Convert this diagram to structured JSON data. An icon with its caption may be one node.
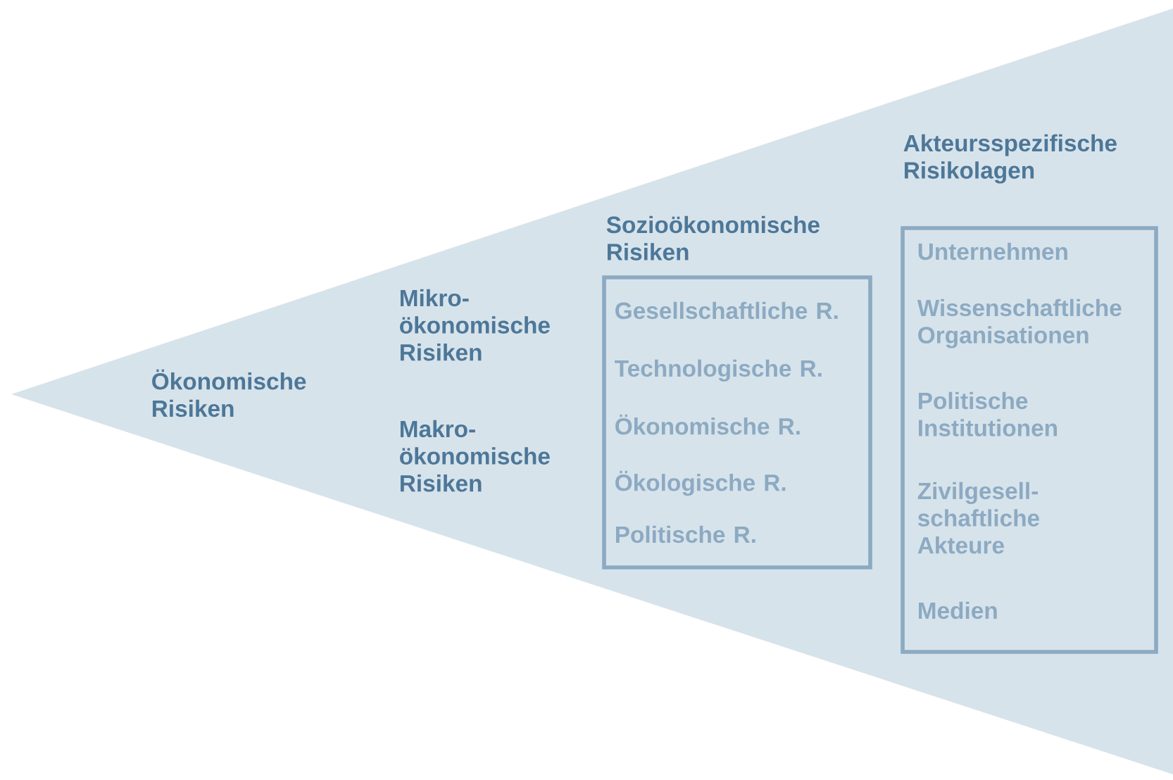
{
  "diagram": {
    "nodes": [
      {
        "text": [
          "Ökonomische Risiken",
          "Mikro-ökonomische Risiken",
          "Makro-ökonomische Risiken"
        ]
      },
      {
        "text": [
          "Sozioökonomische Risiken",
          "Gesellschaftliche R.",
          "Technologische R.",
          "Ökonomische R.",
          "Ökologische R.",
          "Politische R."
        ],
        "in": 0
      },
      {
        "text": [
          "Akteursspezifische Risikolagen",
          "Unternehmen",
          "Wissenschaftliche Organisationen",
          "Politische Institutionen",
          "Zivilgesell-schaftliche Akteure",
          "Medien"
        ],
        "in": 0
      }
    ]
  }
}
